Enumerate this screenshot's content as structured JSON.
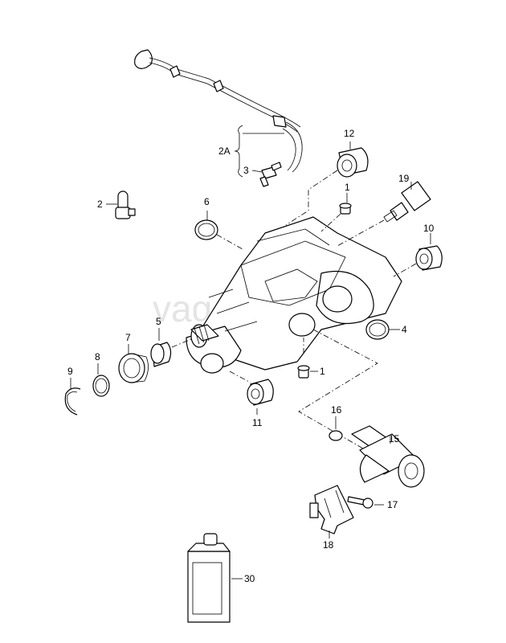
{
  "watermark": "vag-teile.eu",
  "labels": {
    "l1a": "1",
    "l1b": "1",
    "l2": "2",
    "l2a": "2A",
    "l3": "3",
    "l4": "4",
    "l5": "5",
    "l6": "6",
    "l7": "7",
    "l8": "8",
    "l9": "9",
    "l10": "10",
    "l11": "11",
    "l12": "12",
    "l15": "15",
    "l16": "16",
    "l17": "17",
    "l18": "18",
    "l19": "19",
    "l30": "30"
  }
}
